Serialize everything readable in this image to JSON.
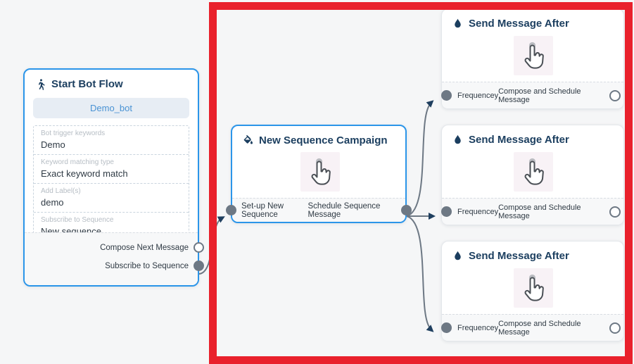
{
  "colors": {
    "canvas_bg": "#f5f6f7",
    "accent_blue": "#2b95e9",
    "title_navy": "#1b3e5f",
    "highlight_red": "#e9212c",
    "edge_gray": "#6d7884",
    "arrow_navy": "#1f3f5f"
  },
  "start_node": {
    "icon": "walking-person-icon",
    "title": "Start Bot Flow",
    "bot_button_label": "Demo_bot",
    "fields": [
      {
        "label": "Bot trigger keywords",
        "value": "Demo"
      },
      {
        "label": "Keyword matching type",
        "value": "Exact keyword match"
      },
      {
        "label": "Add Label(s)",
        "value": "demo"
      },
      {
        "label": "Subscribe to Sequence",
        "value": "New sequence"
      }
    ],
    "outputs": [
      {
        "label": "Compose Next Message",
        "handle": "open"
      },
      {
        "label": "Subscribe to Sequence",
        "handle": "filled"
      }
    ]
  },
  "sequence_node": {
    "icon": "paint-bucket-icon",
    "title": "New Sequence Campaign",
    "body_icon": "hand-cursor-icon",
    "left_output": "Set-up New Sequence",
    "right_output": "Schedule Sequence Message"
  },
  "message_nodes": [
    {
      "icon": "water-drop-icon",
      "title": "Send Message After",
      "body_icon": "hand-cursor-icon",
      "input_label": "Frequencey",
      "output_label": "Compose and Schedule Message"
    },
    {
      "icon": "water-drop-icon",
      "title": "Send Message After",
      "body_icon": "hand-cursor-icon",
      "input_label": "Frequencey",
      "output_label": "Compose and Schedule Message"
    },
    {
      "icon": "water-drop-icon",
      "title": "Send Message After",
      "body_icon": "hand-cursor-icon",
      "input_label": "Frequencey",
      "output_label": "Compose and Schedule Message"
    }
  ]
}
